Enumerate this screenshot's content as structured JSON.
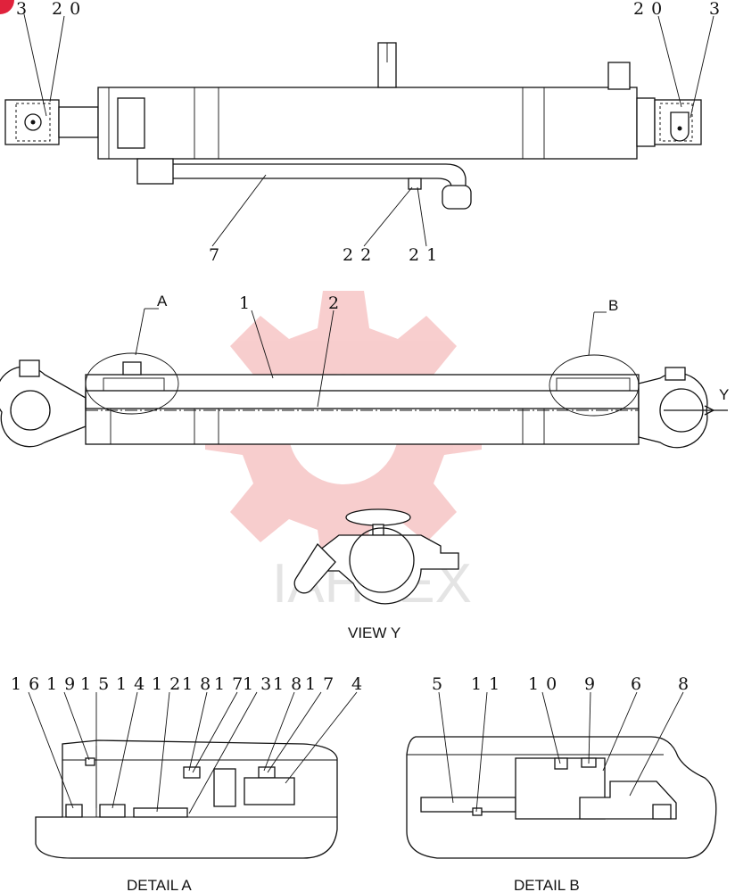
{
  "callouts": {
    "top_left_3": "3",
    "top_left_20": "2 0",
    "top_right_20": "2 0",
    "top_right_3": "3",
    "tube_7": "7",
    "fitting_22": "2 2",
    "fitting_21": "2 1",
    "cyl_1": "1",
    "rod_2": "2",
    "detail_a_marker": "A",
    "detail_b_marker": "B",
    "view_y_marker": "Y",
    "da_16": "1 6",
    "da_19": "1 9",
    "da_15": "1 5",
    "da_14": "1 4",
    "da_12": "1 2",
    "da_18a": "1 8",
    "da_17a": "1 7",
    "da_13": "1 3",
    "da_18b": "1 8",
    "da_17b": "1 7",
    "da_4": "4",
    "db_5": "5",
    "db_11": "1 1",
    "db_10": "1 0",
    "db_9": "9",
    "db_6": "6",
    "db_8": "8"
  },
  "captions": {
    "view_y": "VIEW  Y",
    "detail_a": "DETAIL  A",
    "detail_b": "DETAIL  B"
  },
  "watermark": {
    "text": "IAHTEX",
    "color": "#f2a6a6"
  }
}
